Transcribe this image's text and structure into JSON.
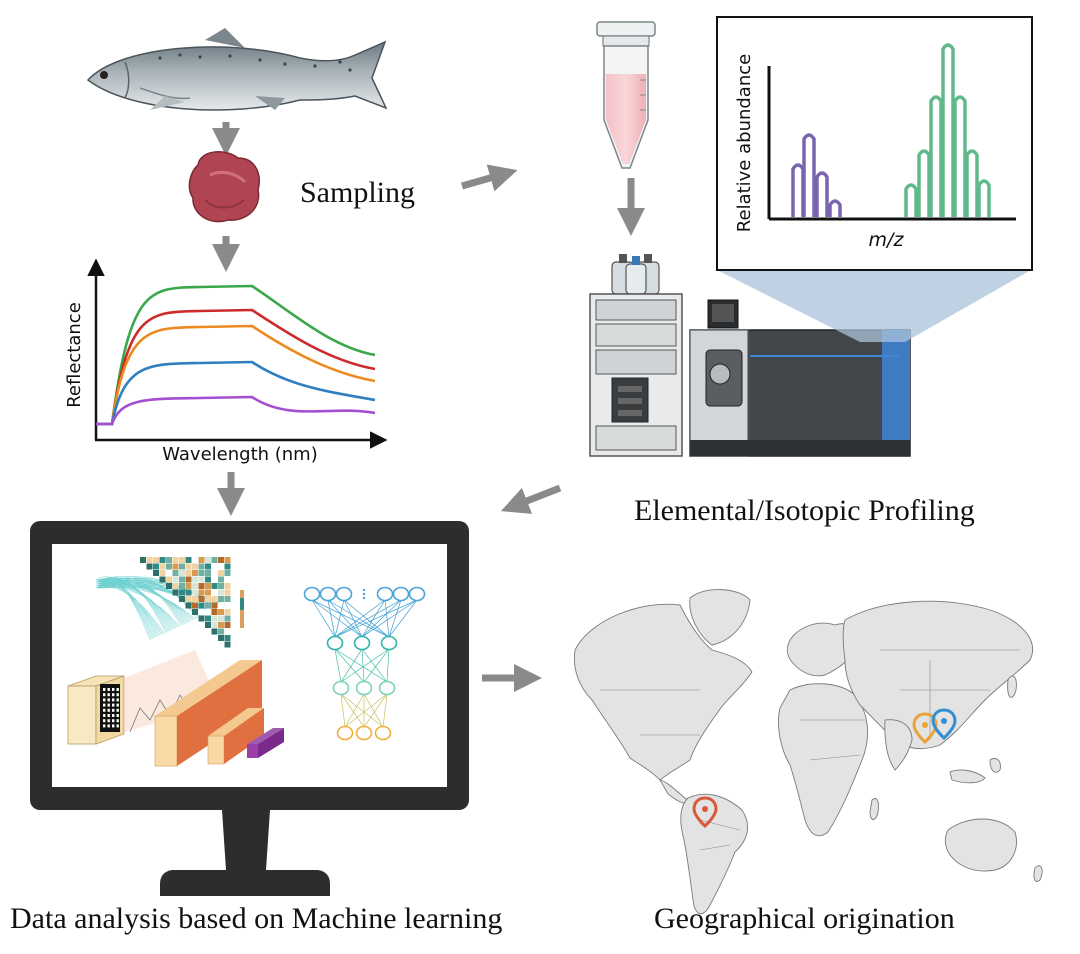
{
  "labels": {
    "sampling": "Sampling",
    "profiling": "Elemental/Isotopic Profiling",
    "data_analysis": "Data analysis based on Machine learning",
    "geo": "Geographical origination"
  },
  "reflectance_chart": {
    "ylabel": "Reflectance",
    "xlabel": "Wavelength (nm)",
    "series_colors": [
      "#3aa84a",
      "#cc2b2b",
      "#ec8a1f",
      "#2f7fc0",
      "#a44fd1"
    ]
  },
  "ms_chart": {
    "ylabel": "Relative abundance",
    "xlabel": "m/z",
    "group_colors": [
      "#7a64b0",
      "#5fb98a"
    ]
  },
  "map": {
    "pin_colors": [
      "#e8a33a",
      "#2f8fd0",
      "#d9583b"
    ]
  },
  "colors": {
    "arrow": "#8a8a8a",
    "monitor": "#2d2d2d",
    "map_land": "#e3e3e3",
    "map_border": "#7a7a7a"
  }
}
